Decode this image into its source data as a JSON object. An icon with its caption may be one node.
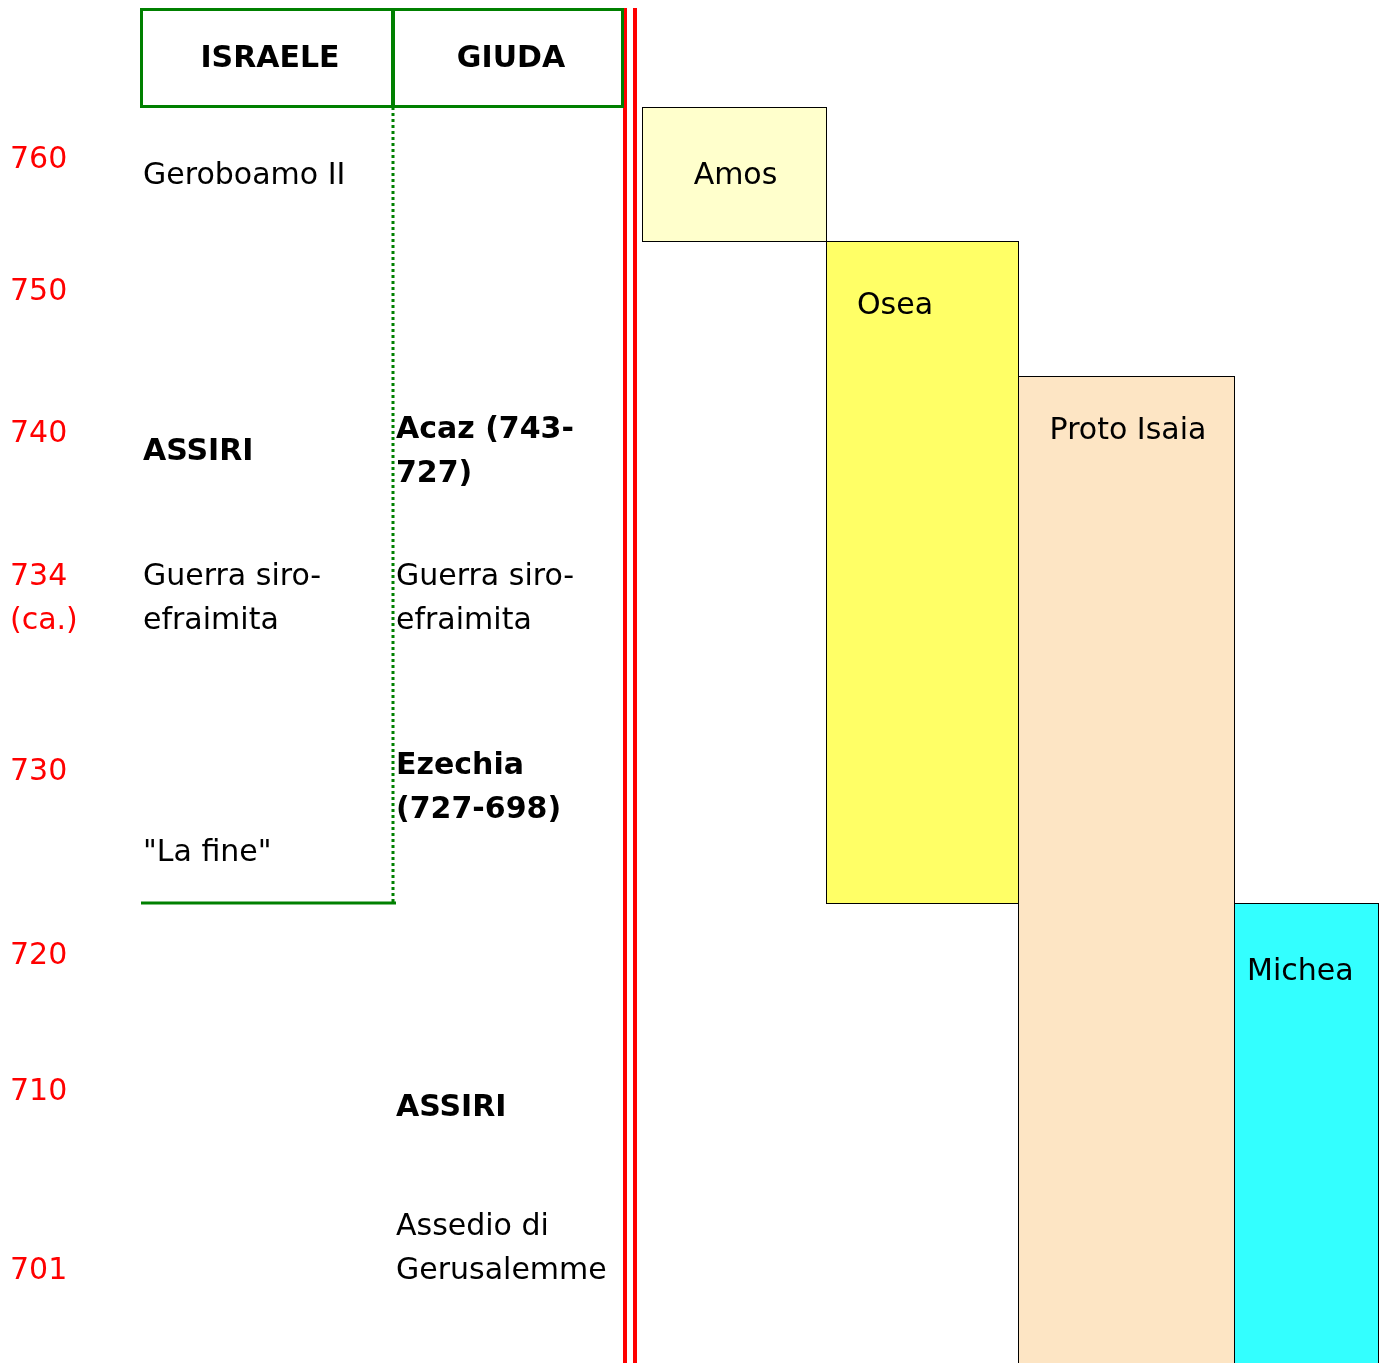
{
  "diagram": {
    "nodes": [
      {
        "text": [
          "ISRAELE"
        ]
      },
      {
        "text": [
          "GIUDA"
        ]
      },
      {
        "text": [
          "Amos"
        ]
      },
      {
        "text": [
          "Osea"
        ]
      },
      {
        "text": [
          "Proto Isaia"
        ]
      },
      {
        "text": [
          "Michea"
        ]
      }
    ],
    "labels": [
      "760",
      "Geroboamo II",
      "750",
      "740",
      "ASSIRI",
      "Acaz (743-727)",
      "734 (ca.)",
      "Guerra siro-efraimita",
      "Guerra siro-efraimita",
      "730",
      "Ezechia (727-698)",
      "\"La fine\"",
      "720",
      "710",
      "ASSIRI",
      "Assedio di Gerusalemme",
      "701"
    ]
  }
}
